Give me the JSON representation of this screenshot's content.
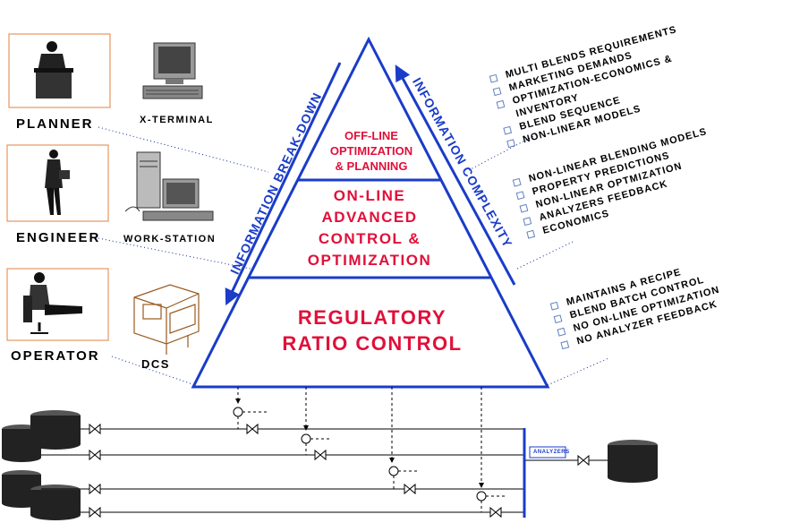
{
  "roles": {
    "planner": "PLANNER",
    "engineer": "ENGINEER",
    "operator": "OPERATOR"
  },
  "devices": {
    "x_terminal": "X-TERMINAL",
    "workstation": "WORK-STATION",
    "dcs": "DCS"
  },
  "pyramid": {
    "top": [
      "OFF-LINE",
      "OPTIMIZATION",
      "& PLANNING"
    ],
    "middle": [
      "ON-LINE",
      "ADVANCED",
      "CONTROL &",
      "OPTIMIZATION"
    ],
    "bottom": [
      "REGULATORY",
      "RATIO CONTROL"
    ]
  },
  "arrows": {
    "left": "INFORMATION BREAK-DOWN",
    "right": "INFORMATION COMPLEXITY"
  },
  "lists": {
    "planning": [
      "MULTI BLENDS REQUIREMENTS",
      "MARKETING DEMANDS",
      "OPTIMIZATION-ECONOMICS &",
      "INVENTORY",
      "BLEND SEQUENCE",
      "NON-LINEAR MODELS"
    ],
    "advanced": [
      "NON-LINEAR BLENDING MODELS",
      "PROPERTY PREDICTIONS",
      "NON-LINEAR OPTMIZATION",
      "ANALYZERS FEEDBACK",
      "ECONOMICS"
    ],
    "regulatory": [
      "MAINTAINS A RECIPE",
      "BLEND BATCH CONTROL",
      "NO ON-LINE OPTIMIZATION",
      "NO ANALYZER FEEDBACK"
    ]
  },
  "process": {
    "analyzers": "ANALYZERS"
  },
  "colors": {
    "pyramid_blue": "#1a3cc8",
    "tier_red": "#e0103a",
    "frame_orange": "#e08040",
    "tank_dark": "#222222"
  },
  "icons": {
    "planner": "person-at-podium-icon",
    "engineer": "person-with-briefcase-icon",
    "operator": "seated-person-icon",
    "x_terminal": "x-terminal-icon",
    "workstation": "workstation-icon",
    "dcs": "dcs-console-icon"
  }
}
